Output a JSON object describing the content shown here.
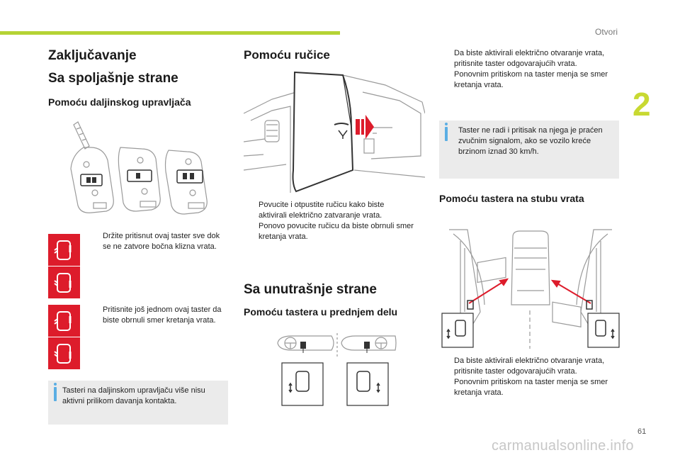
{
  "header": {
    "section": "Otvori",
    "chapter": "2",
    "page": "61"
  },
  "watermark": "carmanualsonline.info",
  "col1": {
    "h1": "Zaključavanje",
    "h2": "Sa spoljašnje strane",
    "h3": "Pomoću daljinskog upravljača",
    "bullet1": "Držite pritisnut ovaj taster sve dok se ne zatvore bočna klizna vrata.",
    "bullet2": "Pritisnite još jednom ovaj taster da biste obrnuli smer kretanja vrata.",
    "info": "Tasteri na daljinskom upravljaču više nisu aktivni prilikom davanja kontakta."
  },
  "col2": {
    "h1": "Pomoću ručice",
    "bullet1": "Povucite i otpustite ručicu kako biste aktivirali električno zatvaranje vrata.",
    "bullet2": "Ponovo povucite ručicu da biste obrnuli smer kretanja vrata.",
    "h2": "Sa unutrašnje strane",
    "h3": "Pomoću tastera u prednjem delu"
  },
  "col3": {
    "bullet1": "Da biste aktivirali električno otvaranje vrata, pritisnite taster odgovarajućih vrata.",
    "bullet2": "Ponovnim pritiskom na taster menja se smer kretanja vrata.",
    "info": "Taster ne radi i pritisak na njega je praćen zvučnim signalom, ako se vozilo kreće brzinom iznad 30 km/h.",
    "h3": "Pomoću tastera na stubu vrata",
    "bullet3": "Da biste aktivirali električno otvaranje vrata, pritisnite taster odgovarajućih vrata.",
    "bullet4": "Ponovnim pritiskom na taster menja se smer kretanja vrata."
  },
  "bullet_mark": "",
  "colors": {
    "accent": "#b5d334",
    "red": "#dd1c2b",
    "info_bg": "#ebebeb",
    "info_bar": "#5aaee3"
  }
}
